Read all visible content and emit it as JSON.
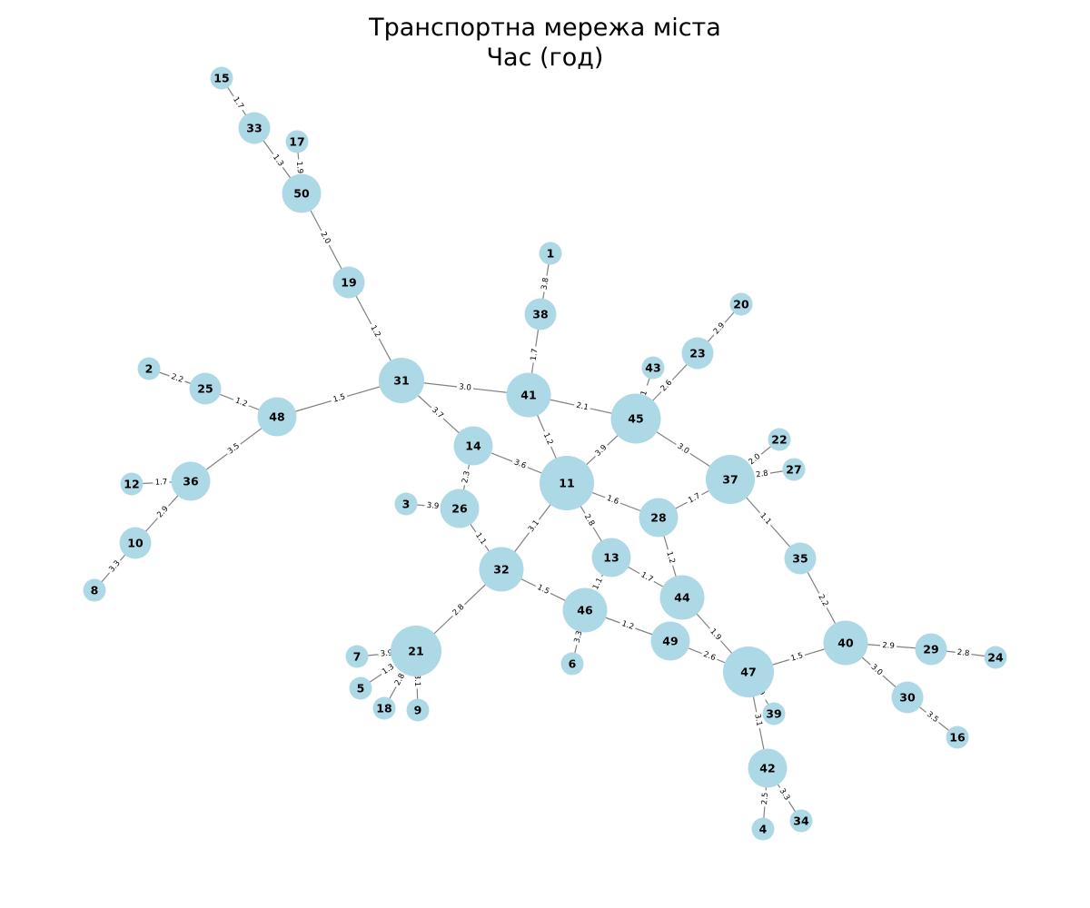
{
  "title": {
    "line1": "Транспортна мережа міста",
    "line2": "Час (год)"
  },
  "colors": {
    "node": "#add8e6",
    "edge": "#808080",
    "text": "#000000"
  },
  "nodes": [
    {
      "id": "1"
    },
    {
      "id": "2"
    },
    {
      "id": "3"
    },
    {
      "id": "4"
    },
    {
      "id": "5"
    },
    {
      "id": "6"
    },
    {
      "id": "7"
    },
    {
      "id": "8"
    },
    {
      "id": "9"
    },
    {
      "id": "10"
    },
    {
      "id": "11"
    },
    {
      "id": "12"
    },
    {
      "id": "13"
    },
    {
      "id": "14"
    },
    {
      "id": "15"
    },
    {
      "id": "16"
    },
    {
      "id": "17"
    },
    {
      "id": "18"
    },
    {
      "id": "19"
    },
    {
      "id": "20"
    },
    {
      "id": "21"
    },
    {
      "id": "22"
    },
    {
      "id": "23"
    },
    {
      "id": "24"
    },
    {
      "id": "25"
    },
    {
      "id": "26"
    },
    {
      "id": "27"
    },
    {
      "id": "28"
    },
    {
      "id": "29"
    },
    {
      "id": "30"
    },
    {
      "id": "31"
    },
    {
      "id": "32"
    },
    {
      "id": "33"
    },
    {
      "id": "34"
    },
    {
      "id": "35"
    },
    {
      "id": "36"
    },
    {
      "id": "37"
    },
    {
      "id": "38"
    },
    {
      "id": "39"
    },
    {
      "id": "40"
    },
    {
      "id": "41"
    },
    {
      "id": "42"
    },
    {
      "id": "43"
    },
    {
      "id": "44"
    },
    {
      "id": "45"
    },
    {
      "id": "46"
    },
    {
      "id": "47"
    },
    {
      "id": "48"
    },
    {
      "id": "49"
    },
    {
      "id": "50"
    }
  ],
  "edges": [
    {
      "source": "15",
      "target": "33",
      "weight": "1.7"
    },
    {
      "source": "33",
      "target": "50",
      "weight": "1.3"
    },
    {
      "source": "17",
      "target": "50",
      "weight": "1.9"
    },
    {
      "source": "50",
      "target": "19",
      "weight": "2.0"
    },
    {
      "source": "19",
      "target": "31",
      "weight": "1.2"
    },
    {
      "source": "1",
      "target": "38",
      "weight": "3.8"
    },
    {
      "source": "38",
      "target": "41",
      "weight": "1.7"
    },
    {
      "source": "20",
      "target": "23",
      "weight": "2.9"
    },
    {
      "source": "23",
      "target": "45",
      "weight": "2.6"
    },
    {
      "source": "43",
      "target": "45",
      "weight": "1"
    },
    {
      "source": "2",
      "target": "25",
      "weight": "2.2"
    },
    {
      "source": "25",
      "target": "48",
      "weight": "1.2"
    },
    {
      "source": "48",
      "target": "31",
      "weight": "1.5"
    },
    {
      "source": "31",
      "target": "41",
      "weight": "3.0"
    },
    {
      "source": "41",
      "target": "45",
      "weight": "2.1"
    },
    {
      "source": "31",
      "target": "14",
      "weight": "3.7"
    },
    {
      "source": "41",
      "target": "11",
      "weight": "1.2"
    },
    {
      "source": "45",
      "target": "11",
      "weight": "3.9"
    },
    {
      "source": "45",
      "target": "37",
      "weight": "3.0"
    },
    {
      "source": "48",
      "target": "36",
      "weight": "3.5"
    },
    {
      "source": "12",
      "target": "36",
      "weight": "1.7"
    },
    {
      "source": "36",
      "target": "10",
      "weight": "2.9"
    },
    {
      "source": "10",
      "target": "8",
      "weight": "3.3"
    },
    {
      "source": "14",
      "target": "11",
      "weight": "3.6"
    },
    {
      "source": "14",
      "target": "26",
      "weight": "2.3"
    },
    {
      "source": "3",
      "target": "26",
      "weight": "3.9"
    },
    {
      "source": "26",
      "target": "32",
      "weight": "1.1"
    },
    {
      "source": "11",
      "target": "32",
      "weight": "3.1"
    },
    {
      "source": "11",
      "target": "28",
      "weight": "1.6"
    },
    {
      "source": "11",
      "target": "13",
      "weight": "2.8"
    },
    {
      "source": "37",
      "target": "22",
      "weight": "2.0"
    },
    {
      "source": "37",
      "target": "27",
      "weight": "2.8"
    },
    {
      "source": "28",
      "target": "37",
      "weight": "1.7"
    },
    {
      "source": "37",
      "target": "35",
      "weight": "1.1"
    },
    {
      "source": "28",
      "target": "44",
      "weight": "1.2"
    },
    {
      "source": "13",
      "target": "44",
      "weight": "1.7"
    },
    {
      "source": "13",
      "target": "46",
      "weight": "1.1"
    },
    {
      "source": "32",
      "target": "46",
      "weight": "1.5"
    },
    {
      "source": "32",
      "target": "21",
      "weight": "2.8"
    },
    {
      "source": "46",
      "target": "6",
      "weight": "3.3"
    },
    {
      "source": "46",
      "target": "49",
      "weight": "1.2"
    },
    {
      "source": "44",
      "target": "47",
      "weight": "1.9"
    },
    {
      "source": "49",
      "target": "47",
      "weight": "2.6"
    },
    {
      "source": "35",
      "target": "40",
      "weight": "2.2"
    },
    {
      "source": "47",
      "target": "40",
      "weight": "1.5"
    },
    {
      "source": "40",
      "target": "29",
      "weight": "2.9"
    },
    {
      "source": "29",
      "target": "24",
      "weight": "2.8"
    },
    {
      "source": "40",
      "target": "30",
      "weight": "3.0"
    },
    {
      "source": "30",
      "target": "16",
      "weight": "3.5"
    },
    {
      "source": "47",
      "target": "39",
      "weight": "9"
    },
    {
      "source": "47",
      "target": "42",
      "weight": "3.1"
    },
    {
      "source": "42",
      "target": "4",
      "weight": "2.5"
    },
    {
      "source": "42",
      "target": "34",
      "weight": "3.3"
    },
    {
      "source": "7",
      "target": "21",
      "weight": "3.9"
    },
    {
      "source": "5",
      "target": "21",
      "weight": "1.3"
    },
    {
      "source": "18",
      "target": "21",
      "weight": "2.8"
    },
    {
      "source": "21",
      "target": "9",
      "weight": "3.1"
    }
  ]
}
